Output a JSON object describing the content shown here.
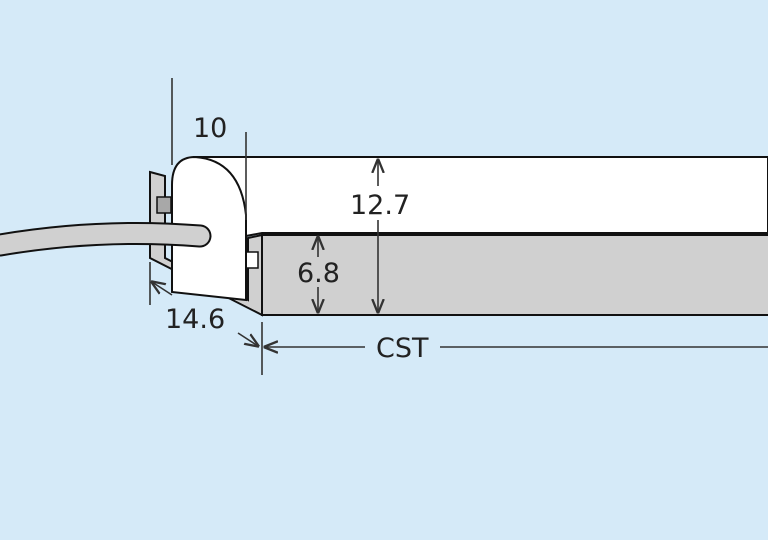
{
  "labels": {
    "width_top": "10",
    "total_height": "12.7",
    "channel_height": "6.8",
    "width_base": "14.6",
    "length": "CST"
  },
  "colors": {
    "background": "#d5eaf8",
    "profile_gray": "#d0d0d0",
    "diffuser": "#ffffff",
    "outline": "#111111"
  }
}
